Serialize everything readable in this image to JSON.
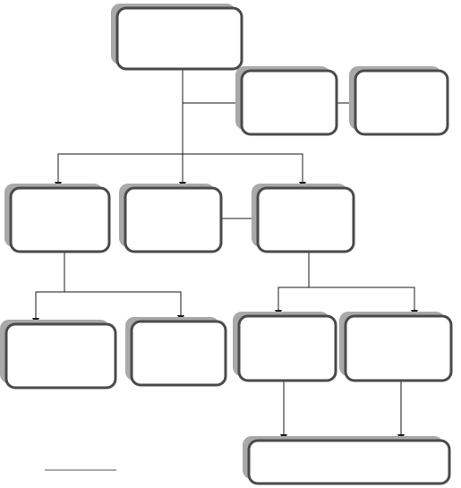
{
  "diagram": {
    "type": "flowchart",
    "colors": {
      "box_border": "#4a4a4a",
      "box_fill": "#ffffff",
      "box_shadow": "#a9a9a9",
      "connector": "#1a1a1a",
      "background": "#ffffff"
    },
    "nodes": [
      {
        "id": "n1",
        "label": ""
      },
      {
        "id": "n2",
        "label": ""
      },
      {
        "id": "n3",
        "label": ""
      },
      {
        "id": "n4",
        "label": ""
      },
      {
        "id": "n5",
        "label": ""
      },
      {
        "id": "n6",
        "label": ""
      },
      {
        "id": "n7",
        "label": ""
      },
      {
        "id": "n8",
        "label": ""
      },
      {
        "id": "n9",
        "label": ""
      },
      {
        "id": "n10",
        "label": ""
      },
      {
        "id": "n11",
        "label": ""
      }
    ],
    "edges": [
      {
        "from": "n1",
        "to": "n2"
      },
      {
        "from": "n2",
        "to": "n3"
      },
      {
        "from": "n1",
        "to": "n4"
      },
      {
        "from": "n1",
        "to": "n5"
      },
      {
        "from": "n1",
        "to": "n6"
      },
      {
        "from": "n5",
        "to": "n6"
      },
      {
        "from": "n4",
        "to": "n7"
      },
      {
        "from": "n4",
        "to": "n8"
      },
      {
        "from": "n6",
        "to": "n9"
      },
      {
        "from": "n6",
        "to": "n10"
      },
      {
        "from": "n9",
        "to": "n11"
      },
      {
        "from": "n10",
        "to": "n11"
      }
    ]
  }
}
